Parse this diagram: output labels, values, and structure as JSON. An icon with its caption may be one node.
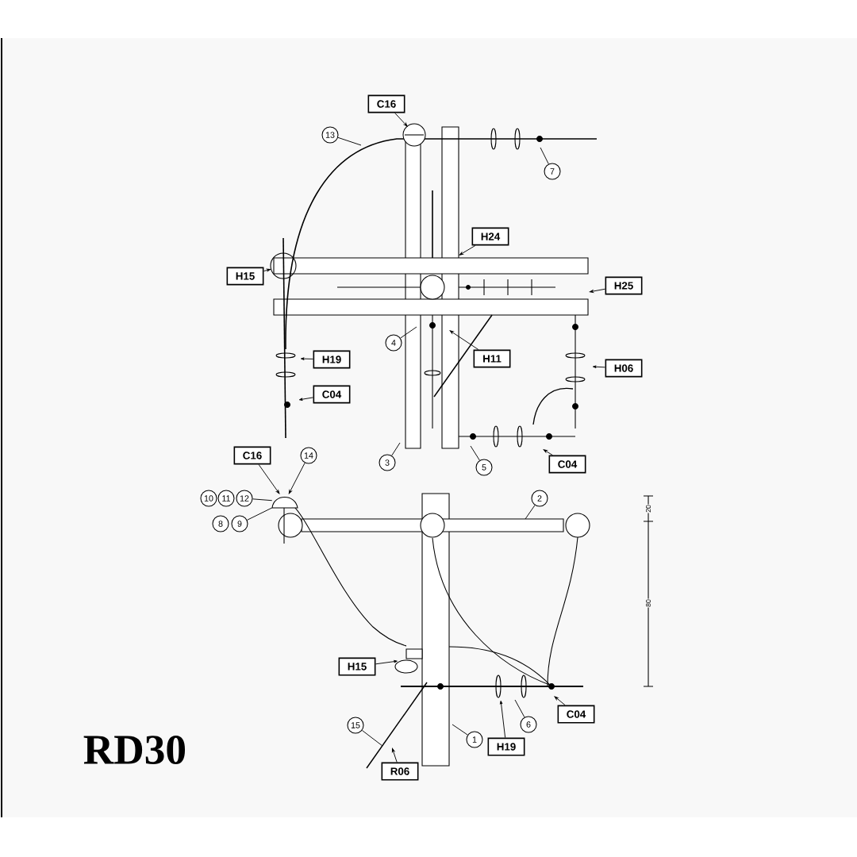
{
  "diagram": {
    "title": "RD30",
    "nodes": [
      {
        "text": [
          "C16"
        ]
      },
      {
        "text": [
          "13"
        ]
      },
      {
        "text": [
          "7"
        ]
      },
      {
        "text": [
          "H24"
        ]
      },
      {
        "text": [
          "H15"
        ]
      },
      {
        "text": [
          "H25"
        ]
      },
      {
        "text": [
          "4"
        ]
      },
      {
        "text": [
          "H11"
        ]
      },
      {
        "text": [
          "H19"
        ]
      },
      {
        "text": [
          "H06"
        ]
      },
      {
        "text": [
          "C04"
        ]
      },
      {
        "text": [
          "3"
        ]
      },
      {
        "text": [
          "5"
        ]
      },
      {
        "text": [
          "C04"
        ]
      },
      {
        "text": [
          "C16"
        ]
      },
      {
        "text": [
          "14"
        ]
      },
      {
        "text": [
          "10"
        ]
      },
      {
        "text": [
          "11"
        ]
      },
      {
        "text": [
          "12"
        ]
      },
      {
        "text": [
          "8"
        ]
      },
      {
        "text": [
          "9"
        ]
      },
      {
        "text": [
          "2"
        ]
      },
      {
        "text": [
          "H15"
        ]
      },
      {
        "text": [
          "15"
        ]
      },
      {
        "text": [
          "1"
        ]
      },
      {
        "text": [
          "H19"
        ]
      },
      {
        "text": [
          "6"
        ]
      },
      {
        "text": [
          "C04"
        ]
      },
      {
        "text": [
          "R06"
        ]
      },
      {
        "text": [],
        "shape": "picture"
      },
      {
        "text": [],
        "shape": "picture"
      }
    ],
    "edges": [
      {
        "from": 0,
        "to": null,
        "arrow": "to"
      },
      {
        "from": 1,
        "to": null,
        "arrow": "none"
      },
      {
        "from": 2,
        "to": null,
        "arrow": "none"
      },
      {
        "from": 3,
        "to": null,
        "arrow": "to"
      },
      {
        "from": 4,
        "to": null,
        "arrow": "to"
      },
      {
        "from": 5,
        "to": null,
        "arrow": "to"
      },
      {
        "from": 6,
        "to": null,
        "arrow": "none"
      },
      {
        "from": 7,
        "to": null,
        "arrow": "to"
      },
      {
        "from": 8,
        "to": null,
        "arrow": "to"
      },
      {
        "from": 9,
        "to": null,
        "arrow": "to"
      },
      {
        "from": 10,
        "to": null,
        "arrow": "to"
      },
      {
        "from": 11,
        "to": null,
        "arrow": "none"
      },
      {
        "from": 12,
        "to": null,
        "arrow": "none"
      },
      {
        "from": 13,
        "to": null,
        "arrow": "to"
      },
      {
        "from": 14,
        "to": 29,
        "arrow": "to"
      },
      {
        "from": 15,
        "to": 29,
        "arrow": "to"
      },
      {
        "from": 18,
        "to": 29,
        "arrow": "none"
      },
      {
        "from": 20,
        "to": 29,
        "arrow": "none"
      },
      {
        "from": 21,
        "to": null,
        "arrow": "none"
      },
      {
        "from": 22,
        "to": 30,
        "arrow": "to"
      },
      {
        "from": 23,
        "to": null,
        "arrow": "none"
      },
      {
        "from": 24,
        "to": null,
        "arrow": "none"
      },
      {
        "from": 25,
        "to": null,
        "arrow": "to"
      },
      {
        "from": 26,
        "to": null,
        "arrow": "none"
      },
      {
        "from": 27,
        "to": null,
        "arrow": "to"
      },
      {
        "from": 28,
        "to": null,
        "arrow": "to"
      }
    ],
    "labels": [
      "20",
      "80"
    ]
  }
}
